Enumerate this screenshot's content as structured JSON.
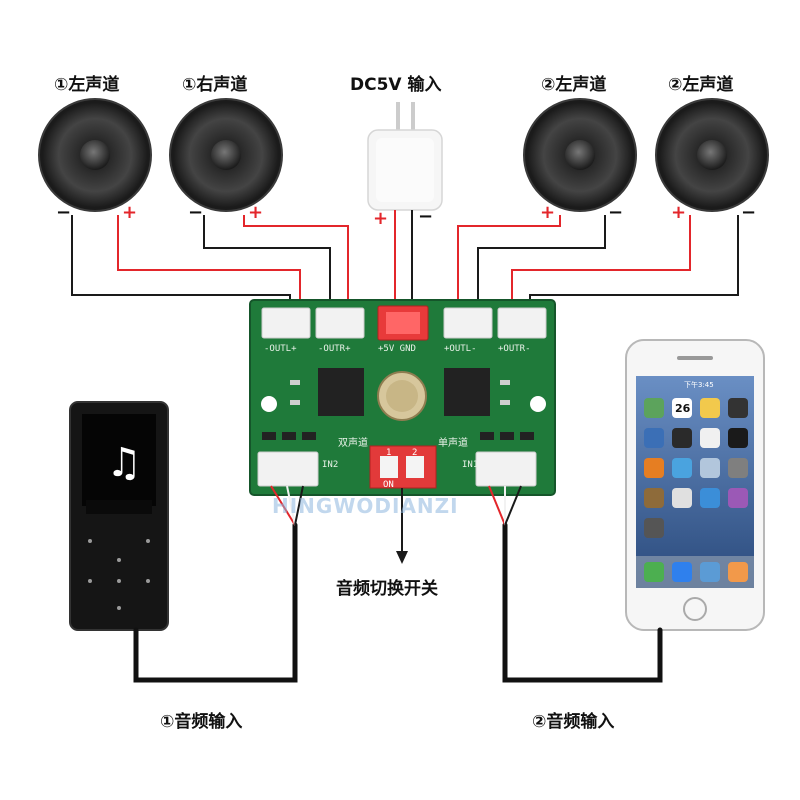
{
  "labels": {
    "speaker1": "①左声道",
    "speaker2": "①右声道",
    "power": "DC5V 输入",
    "speaker3": "②左声道",
    "speaker4": "②左声道",
    "switch": "音频切换开关",
    "input1": "①音频输入",
    "input2": "②音频输入"
  },
  "signs": {
    "plus": "+",
    "minus": "−"
  },
  "board": {
    "outl_plus": "-OUTL+",
    "outr_plus": "-OUTR+",
    "power_pins": "+5V GND",
    "outl_minus": "+OUTL-",
    "outr_minus": "+OUTR-",
    "in2": "IN2",
    "in1": "IN1",
    "dip_on": "ON",
    "dip_1": "1",
    "dip_2": "2",
    "mode_left": "双声道",
    "mode_right": "单声道"
  },
  "watermark": "HINGWODIANZI",
  "phone": {
    "time": "下午3:45",
    "date_number": "26"
  },
  "colors": {
    "wire_red": "#e3262b",
    "wire_black": "#1a1a1a",
    "board_green": "#1f7a3a",
    "plus_sign": "#e3262b",
    "minus_sign": "#111111"
  }
}
